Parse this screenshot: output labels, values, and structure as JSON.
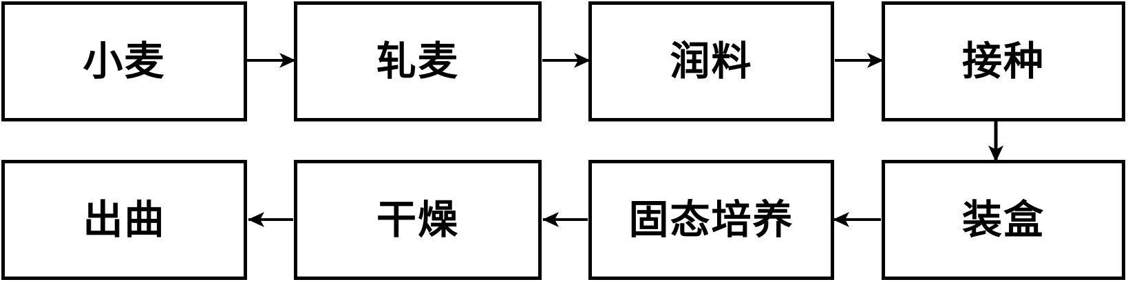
{
  "diagram": {
    "type": "flowchart",
    "background_color": "#ffffff",
    "box_fill_color": "#ffffff",
    "box_border_color": "#000000",
    "arrow_color": "#000000",
    "text_color": "#000000",
    "steps": [
      {
        "id": "wheat",
        "label": "小麦"
      },
      {
        "id": "wheat-rolling",
        "label": "轧麦"
      },
      {
        "id": "moistening",
        "label": "润料"
      },
      {
        "id": "inoculation",
        "label": "接种"
      },
      {
        "id": "boxing",
        "label": "装盒"
      },
      {
        "id": "solid-state-cultivation",
        "label": "固态培养"
      },
      {
        "id": "drying",
        "label": "干燥"
      },
      {
        "id": "koji-output",
        "label": "出曲"
      }
    ],
    "connections": [
      {
        "from": "小麦",
        "to": "轧麦",
        "direction": "right"
      },
      {
        "from": "轧麦",
        "to": "润料",
        "direction": "right"
      },
      {
        "from": "润料",
        "to": "接种",
        "direction": "right"
      },
      {
        "from": "接种",
        "to": "装盒",
        "direction": "down"
      },
      {
        "from": "装盒",
        "to": "固态培养",
        "direction": "left"
      },
      {
        "from": "固态培养",
        "to": "干燥",
        "direction": "left"
      },
      {
        "from": "干燥",
        "to": "出曲",
        "direction": "left"
      }
    ]
  }
}
